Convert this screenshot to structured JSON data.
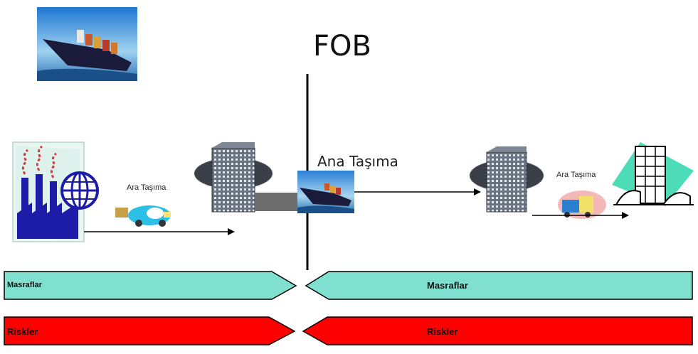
{
  "title": "FOB",
  "main_transport_label": "Ana Taşıma",
  "pre_carriage_label": "Ara Taşıma",
  "on_carriage_label": "Ara Taşıma",
  "costs_band": {
    "left_label": "Masraflar",
    "right_label": "Masraflar",
    "color": "#80E0D0"
  },
  "risks_band": {
    "left_label": "Riskler",
    "right_label": "Riskler",
    "color": "#FF0000"
  },
  "icons": [
    "ship-photo",
    "factory-icon",
    "globe-icon",
    "delivery-van-icon",
    "port-building-icon",
    "container-ship-icon",
    "destination-port-building-icon",
    "truck-icon",
    "apartment-buildings-icon"
  ]
}
